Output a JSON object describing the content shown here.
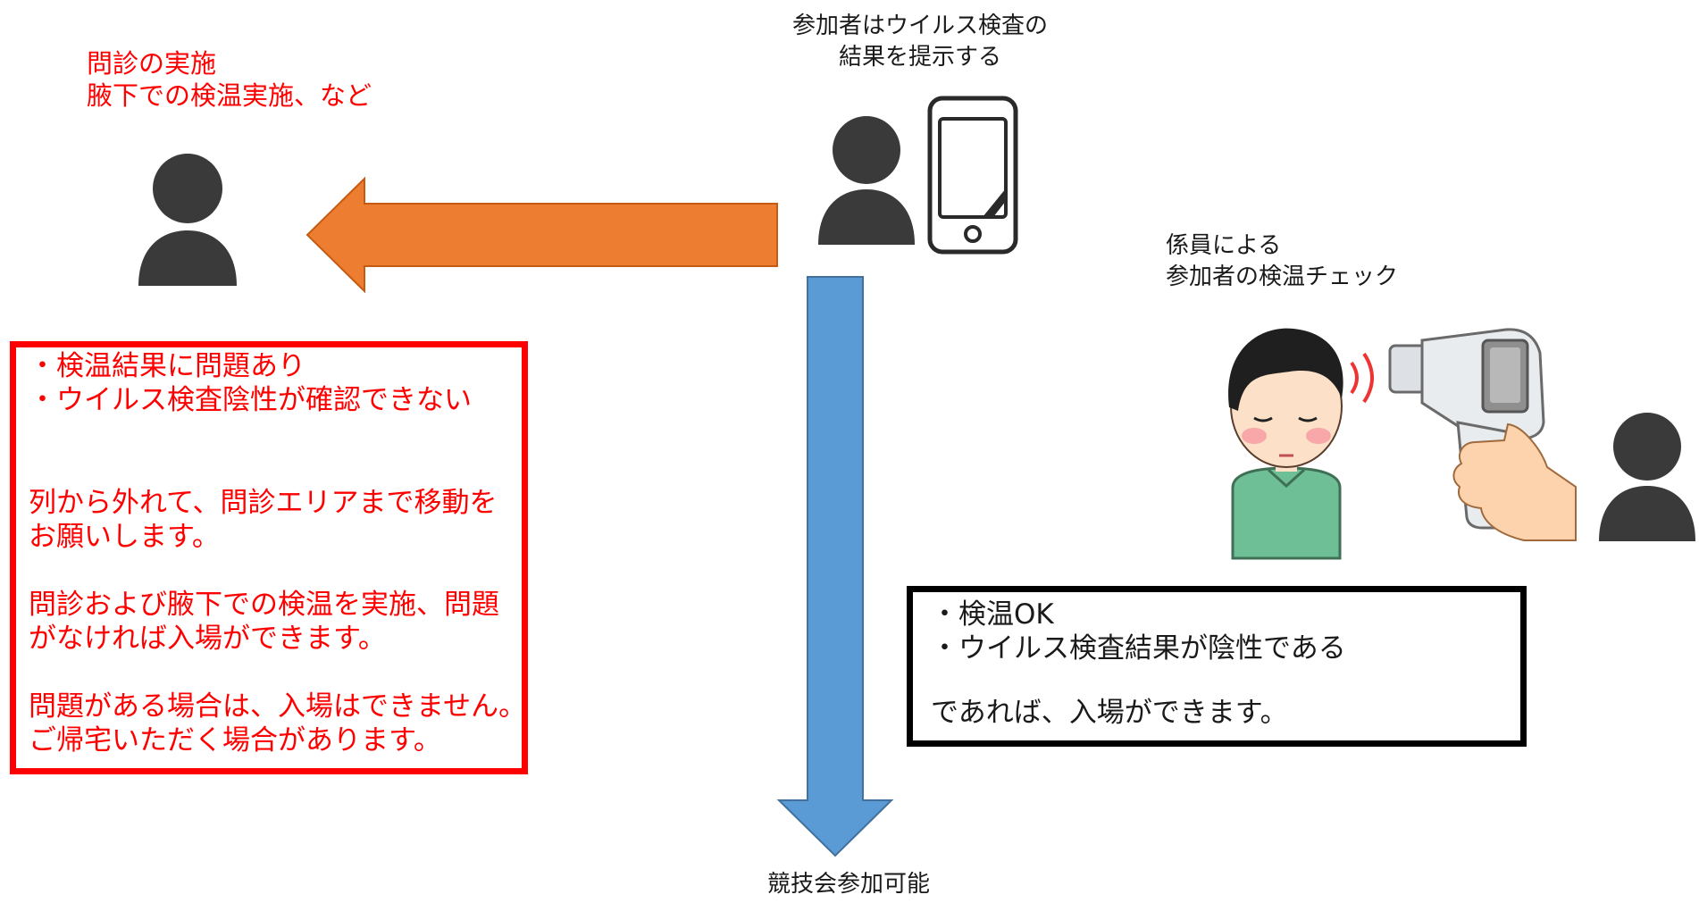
{
  "labels": {
    "presenter_line1": "参加者はウイルス検査の",
    "presenter_line2": "結果を提示する",
    "exam_line1": "問診の実施",
    "exam_line2": "腋下での検温実施、など",
    "staff_line1": "係員による",
    "staff_line2": "参加者の検温チェック",
    "bottom": "競技会参加可能"
  },
  "red_box": {
    "items": [
      "・検温結果に問題あり",
      "・ウイルス検査陰性が確認できない"
    ],
    "paragraphs": [
      "列から外れて、問診エリアまで移動を\nお願いします。",
      "問診および腋下での検温を実施、問題\nがなければ入場ができます。",
      "問題がある場合は、入場はできません。\nご帰宅いただく場合があります。"
    ]
  },
  "black_box": {
    "items": [
      "・検温OK",
      "・ウイルス検査結果が陰性である"
    ],
    "conclusion": "であれば、入場ができます。"
  },
  "icons": {
    "left_person": "person-icon",
    "center_person": "person-icon",
    "phone": "smartphone-icon",
    "patient": "person-being-checked-illustration",
    "thermometer": "infrared-thermometer-icon",
    "right_person": "person-icon"
  },
  "colors": {
    "orange_arrow": "#ed7d31",
    "blue_arrow": "#5b9bd5",
    "red_text": "#ff0000",
    "person": "#3a3a3a",
    "shirt": "#6fbf96",
    "skin": "#fde0c8"
  }
}
